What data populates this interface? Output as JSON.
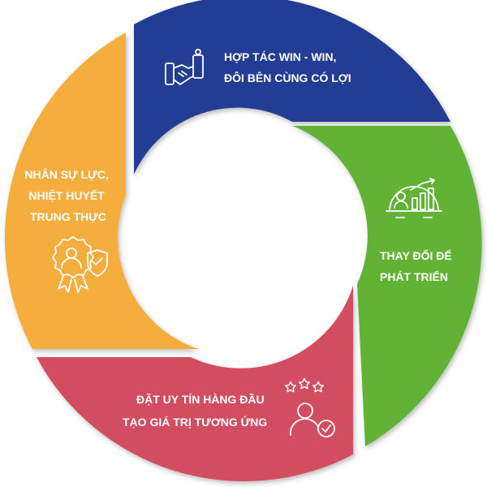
{
  "colors": {
    "top": "#243e93",
    "right": "#62b336",
    "bottom": "#d24e5f",
    "left": "#f5ae3e",
    "text": "#ffffff"
  },
  "segments": {
    "top": {
      "lines": [
        "HỢP TÁC WIN - WIN,",
        "ĐÔI BÊN CÙNG CÓ LỢI"
      ],
      "icon": "handshake-icon"
    },
    "right": {
      "lines": [
        "THAY ĐỔI ĐỂ",
        "PHÁT TRIỂN"
      ],
      "icon": "growth-gear-icon"
    },
    "bottom": {
      "lines": [
        "ĐẶT UY TÍN HÀNG ĐẦU",
        "TẠO GIÁ TRỊ TƯƠNG ỨNG"
      ],
      "icon": "rated-user-icon"
    },
    "left": {
      "lines": [
        "NHÂN SỰ LỰC,",
        "NHIỆT HUYẾT",
        "TRUNG THỰC"
      ],
      "icon": "badge-person-icon"
    }
  }
}
